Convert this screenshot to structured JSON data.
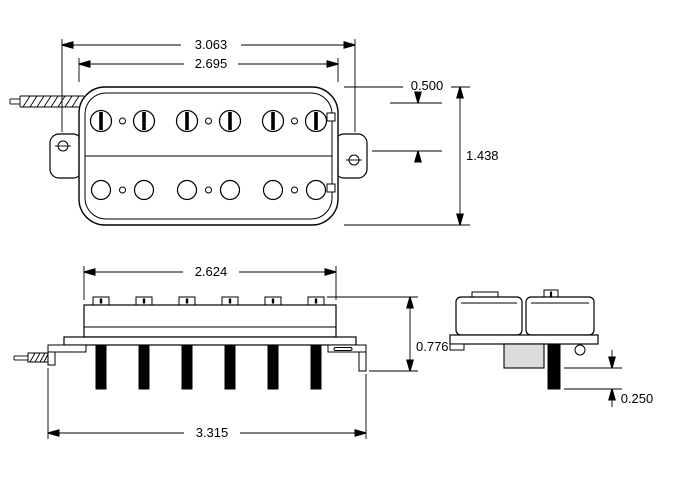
{
  "colors": {
    "line": "#000000",
    "background": "#ffffff",
    "block_fill": "#dcdcdc"
  },
  "views": {
    "top": {
      "overall_width": "3.063",
      "bobbin_width": "2.695",
      "tab_offset": "0.500",
      "height": "1.438"
    },
    "side": {
      "bobbin_length": "2.624",
      "height": "0.776",
      "overall_length": "3.315"
    },
    "end": {
      "screw_protrusion": "0.250"
    }
  }
}
